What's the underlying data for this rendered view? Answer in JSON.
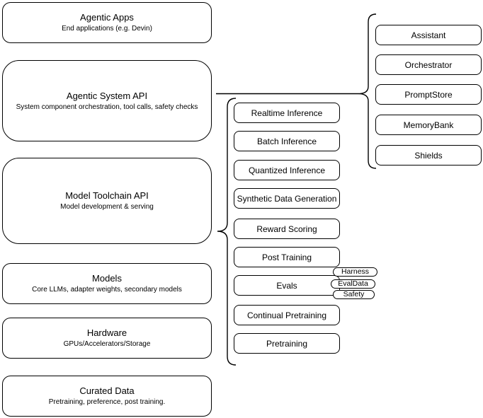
{
  "diagram": {
    "background": "#ffffff",
    "stroke_color": "#000000",
    "text_color": "#000000"
  },
  "left_stack": [
    {
      "title": "Agentic Apps",
      "subtitle": "End applications (e.g. Devin)"
    },
    {
      "title": "Agentic System API",
      "subtitle": "System component orchestration, tool calls, safety checks"
    },
    {
      "title": "Model Toolchain API",
      "subtitle": "Model development & serving"
    },
    {
      "title": "Models",
      "subtitle": "Core LLMs, adapter weights, secondary models"
    },
    {
      "title": "Hardware",
      "subtitle": "GPUs/Accelerators/Storage"
    },
    {
      "title": "Curated Data",
      "subtitle": "Pretraining, preference, post training."
    }
  ],
  "toolchain": {
    "items": [
      "Realtime Inference",
      "Batch Inference",
      "Quantized Inference",
      "Synthetic Data Generation",
      "Reward Scoring",
      "Post Training",
      "Evals",
      "Continual Pretraining",
      "Pretraining"
    ],
    "eval_tags": [
      "Harness",
      "EvalData",
      "Safety"
    ]
  },
  "system_components": [
    "Assistant",
    "Orchestrator",
    "PromptStore",
    "MemoryBank",
    "Shields"
  ]
}
